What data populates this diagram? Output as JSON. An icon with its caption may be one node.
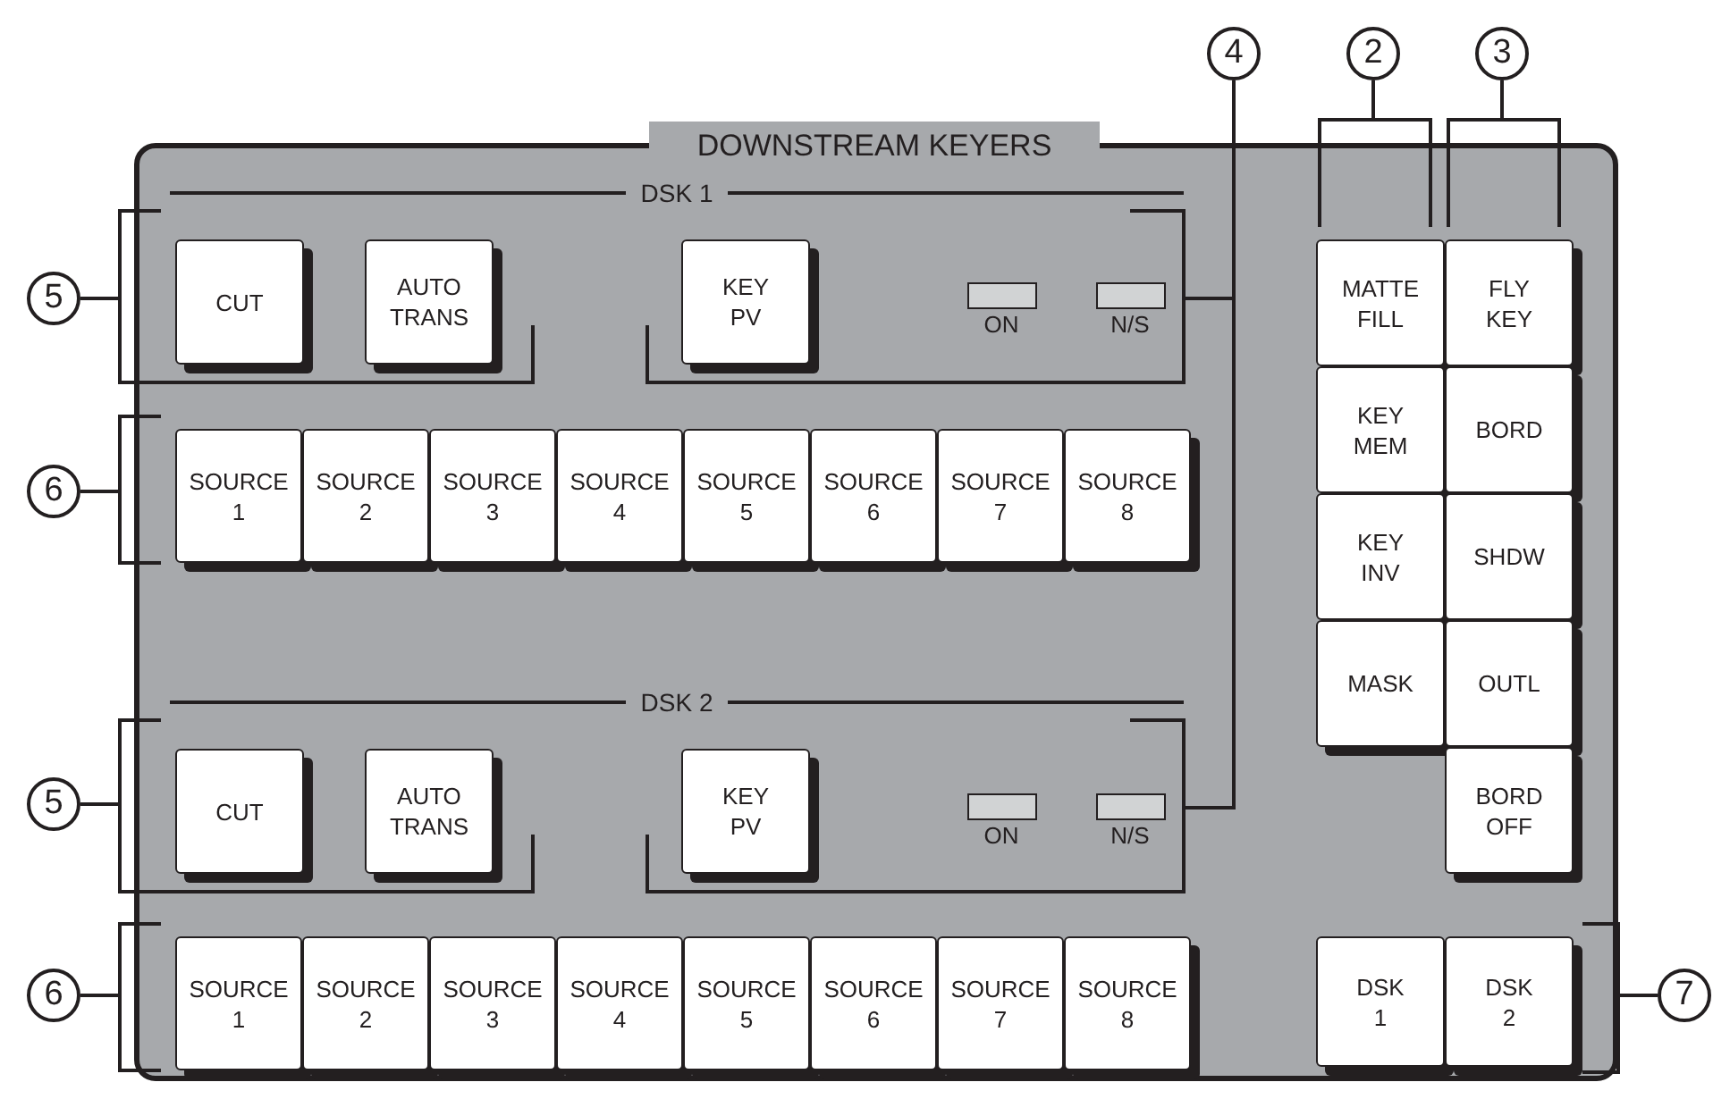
{
  "diagram": {
    "nodes": [
      {
        "text": [
          "4"
        ]
      },
      {
        "text": [
          "2"
        ]
      },
      {
        "text": [
          "3"
        ]
      },
      {
        "text": [
          "DOWNSTREAM KEYERS"
        ]
      },
      {
        "text": [
          "5"
        ]
      },
      {
        "text": [
          "CUT"
        ],
        "in": 3
      },
      {
        "text": [
          "AUTO TRANS"
        ],
        "in": 3
      },
      {
        "text": [
          "KEY PV"
        ],
        "in": 3
      },
      {
        "text": [
          "ON"
        ],
        "in": 3
      },
      {
        "text": [
          "N/S"
        ],
        "in": 3
      },
      {
        "text": [
          "MATTE FILL"
        ],
        "in": 3
      },
      {
        "text": [
          "FLY KEY"
        ],
        "in": 3
      },
      {
        "text": [
          "6"
        ]
      },
      {
        "text": [
          "SOURCE 1"
        ],
        "in": 3
      },
      {
        "text": [
          "SOURCE 2"
        ],
        "in": 3
      },
      {
        "text": [
          "SOURCE 3"
        ],
        "in": 3
      },
      {
        "text": [
          "SOURCE 4"
        ],
        "in": 3
      },
      {
        "text": [
          "SOURCE 5"
        ],
        "in": 3
      },
      {
        "text": [
          "SOURCE 6"
        ],
        "in": 3
      },
      {
        "text": [
          "SOURCE 7"
        ],
        "in": 3
      },
      {
        "text": [
          "SOURCE 8"
        ],
        "in": 3
      },
      {
        "text": [
          "KEY MEM"
        ],
        "in": 3
      },
      {
        "text": [
          "BORD"
        ],
        "in": 3
      },
      {
        "text": [
          "KEY INV"
        ],
        "in": 3
      },
      {
        "text": [
          "SHDW"
        ],
        "in": 3
      },
      {
        "text": [
          "MASK"
        ],
        "in": 3
      },
      {
        "text": [
          "OUTL"
        ],
        "in": 3
      },
      {
        "text": [
          "5"
        ]
      },
      {
        "text": [
          "CUT"
        ],
        "in": 3
      },
      {
        "text": [
          "AUTO TRANS"
        ],
        "in": 3
      },
      {
        "text": [
          "KEY PV"
        ],
        "in": 3
      },
      {
        "text": [
          "ON"
        ],
        "in": 3
      },
      {
        "text": [
          "N/S"
        ],
        "in": 3
      },
      {
        "text": [
          "BORD OFF"
        ],
        "in": 3
      },
      {
        "text": [
          "6"
        ]
      },
      {
        "text": [
          "SOURCE 1"
        ],
        "in": 3
      },
      {
        "text": [
          "SOURCE 2"
        ],
        "in": 3
      },
      {
        "text": [
          "SOURCE 3"
        ],
        "in": 3
      },
      {
        "text": [
          "SOURCE 4"
        ],
        "in": 3
      },
      {
        "text": [
          "SOURCE 5"
        ],
        "in": 3
      },
      {
        "text": [
          "SOURCE 6"
        ],
        "in": 3
      },
      {
        "text": [
          "SOURCE 7"
        ],
        "in": 3
      },
      {
        "text": [
          "SOURCE 8"
        ],
        "in": 3
      },
      {
        "text": [
          "DSK 1"
        ],
        "in": 3
      },
      {
        "text": [
          "DSK 2"
        ],
        "in": 3
      },
      {
        "text": [
          "7"
        ]
      }
    ],
    "edges": [
      {
        "from": 0,
        "to": null,
        "arrow": "none"
      },
      {
        "from": 0,
        "to": null,
        "arrow": "none"
      },
      {
        "from": 1,
        "to": 10,
        "arrow": "none"
      },
      {
        "from": 2,
        "to": 11,
        "arrow": "none"
      },
      {
        "from": 4,
        "to": null,
        "arrow": "none"
      },
      {
        "from": 12,
        "to": 13,
        "arrow": "none"
      },
      {
        "from": 27,
        "to": null,
        "arrow": "none"
      },
      {
        "from": 34,
        "to": 35,
        "arrow": "none"
      },
      {
        "from": 45,
        "to": 44,
        "arrow": "none"
      }
    ],
    "labels": [
      "DSK 1",
      "DSK 2"
    ]
  }
}
